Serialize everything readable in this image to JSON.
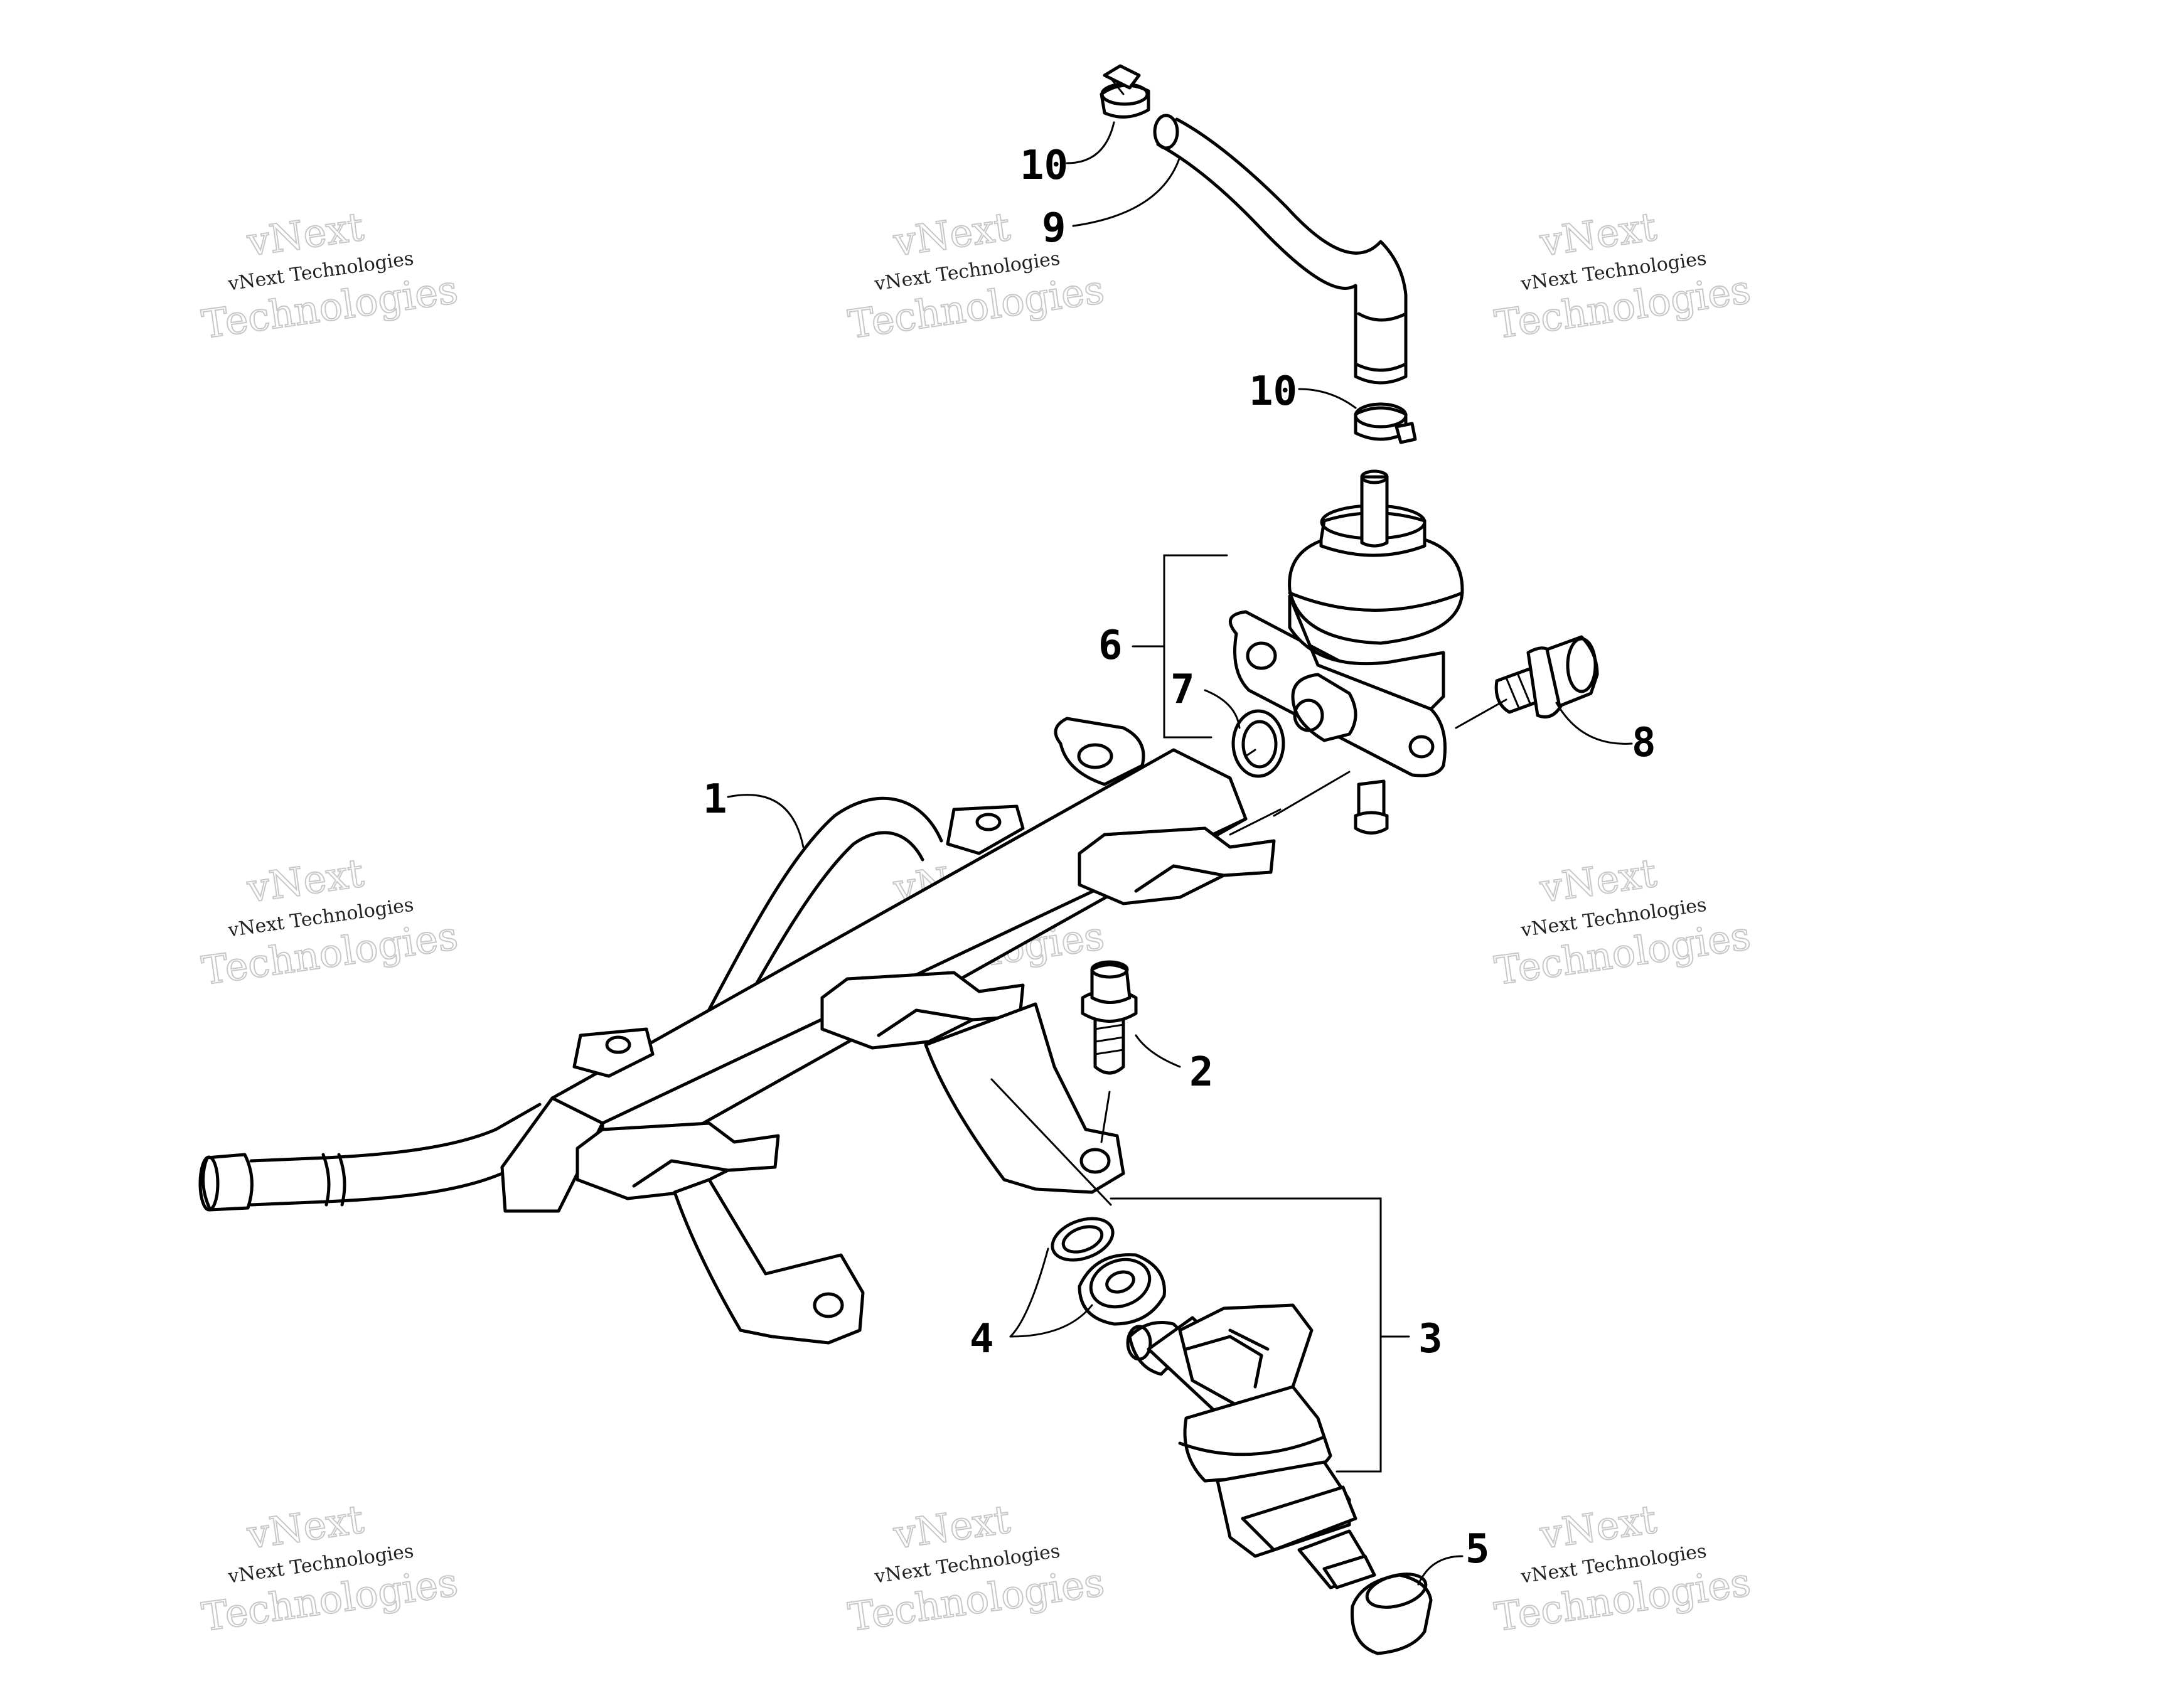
{
  "diagram": {
    "callouts": [
      {
        "id": "1",
        "label": "1"
      },
      {
        "id": "2",
        "label": "2"
      },
      {
        "id": "3",
        "label": "3"
      },
      {
        "id": "4",
        "label": "4"
      },
      {
        "id": "5",
        "label": "5"
      },
      {
        "id": "6",
        "label": "6"
      },
      {
        "id": "7",
        "label": "7"
      },
      {
        "id": "8",
        "label": "8"
      },
      {
        "id": "9",
        "label": "9"
      },
      {
        "id": "10a",
        "label": "10"
      },
      {
        "id": "10b",
        "label": "10"
      }
    ],
    "watermark": {
      "line1": "vNext Technologies",
      "line2": "Technologies",
      "line3": "vNext"
    }
  }
}
